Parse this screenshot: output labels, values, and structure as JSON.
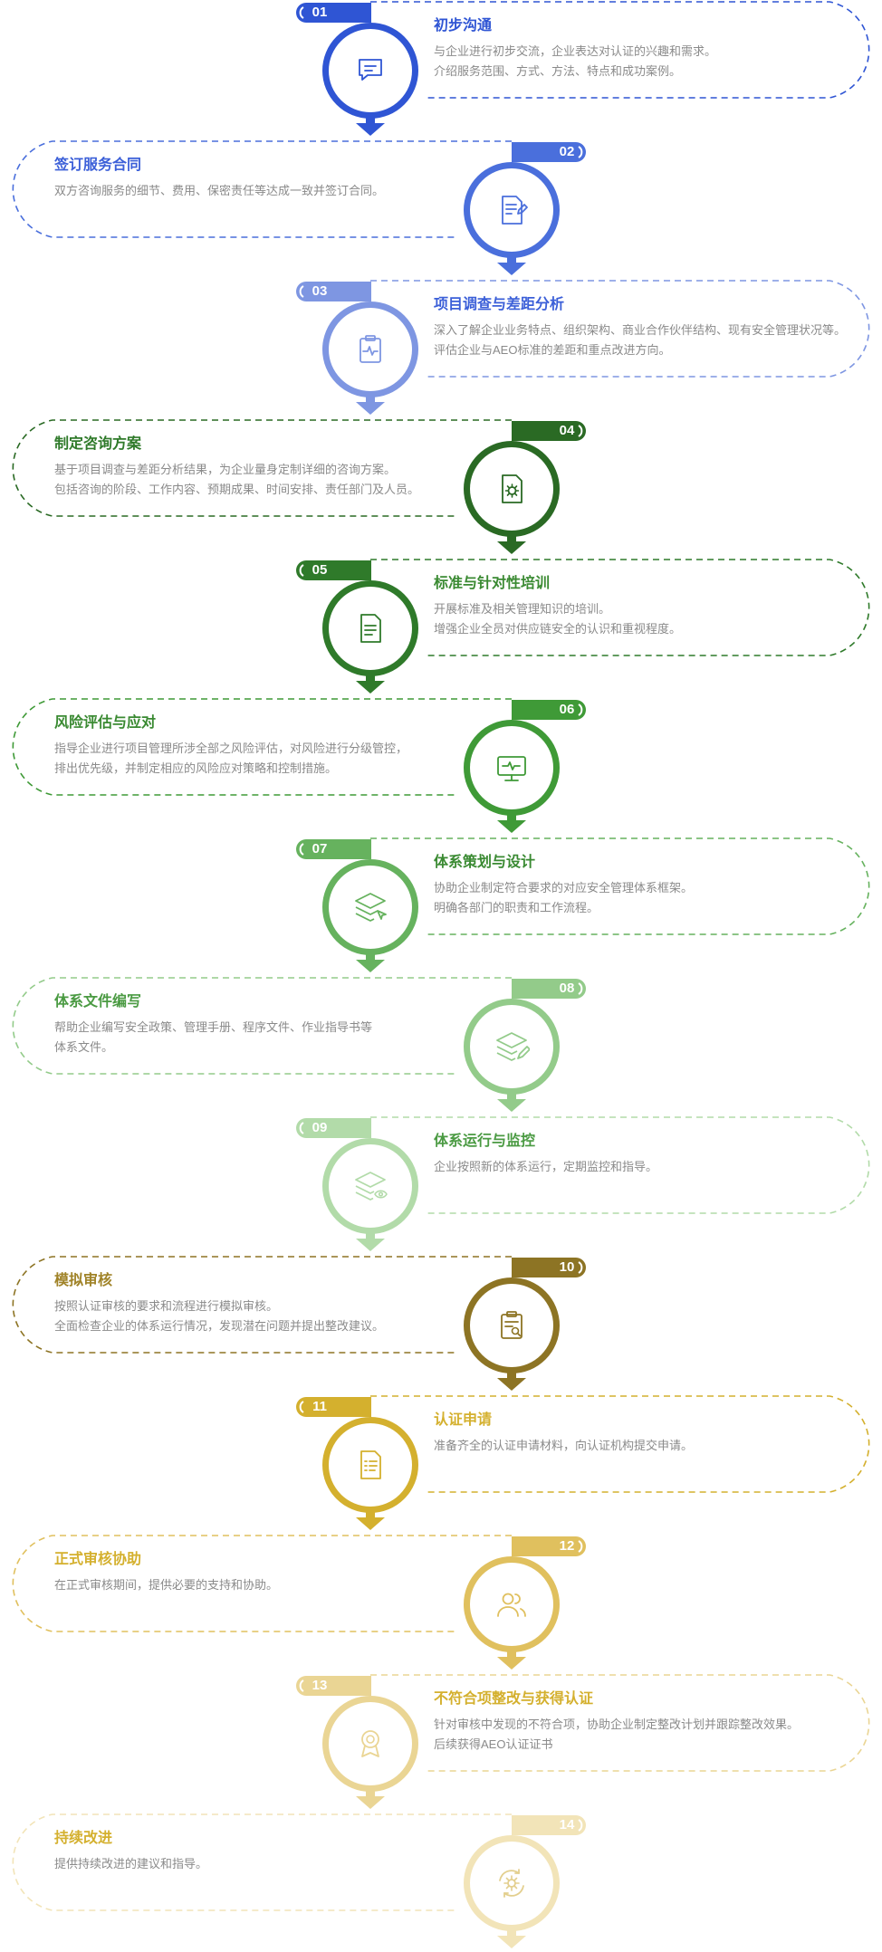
{
  "steps": [
    {
      "number": "01",
      "title": "初步沟通",
      "lines": [
        "与企业进行初步交流，企业表达对认证的兴趣和需求。",
        "介绍服务范围、方式、方法、特点和成功案例。"
      ],
      "color": "#2f55d4",
      "title_color": "#2f55d4",
      "icon": "chat-icon"
    },
    {
      "number": "02",
      "title": "签订服务合同",
      "lines": [
        "双方咨询服务的细节、费用、保密责任等达成一致并签订合同。"
      ],
      "color": "#4a6fdc",
      "title_color": "#3b5fd8",
      "icon": "contract-sign-icon"
    },
    {
      "number": "03",
      "title": "项目调查与差距分析",
      "lines": [
        "深入了解企业业务特点、组织架构、商业合作伙伴结构、现有安全管理状况等。",
        "评估企业与AEO标准的差距和重点改进方向。"
      ],
      "color": "#7e96e2",
      "title_color": "#3b5fd8",
      "icon": "clipboard-pulse-icon"
    },
    {
      "number": "04",
      "title": "制定咨询方案",
      "lines": [
        "基于项目调查与差距分析结果，为企业量身定制详细的咨询方案。",
        "包括咨询的阶段、工作内容、预期成果、时间安排、责任部门及人员。"
      ],
      "color": "#2a6a24",
      "title_color": "#2f7a2a",
      "icon": "document-gear-icon"
    },
    {
      "number": "05",
      "title": "标准与针对性培训",
      "lines": [
        "开展标准及相关管理知识的培训。",
        "增强企业全员对供应链安全的认识和重视程度。"
      ],
      "color": "#2f7a2a",
      "title_color": "#3a8a32",
      "icon": "document-icon"
    },
    {
      "number": "06",
      "title": "风险评估与应对",
      "lines": [
        "指导企业进行项目管理所涉全部之风险评估，对风险进行分级管控，",
        "排出优先级，并制定相应的风险应对策略和控制措施。"
      ],
      "color": "#3f9a37",
      "title_color": "#3a8a32",
      "icon": "monitor-pulse-icon"
    },
    {
      "number": "07",
      "title": "体系策划与设计",
      "lines": [
        "协助企业制定符合要求的对应安全管理体系框架。",
        "明确各部门的职责和工作流程。"
      ],
      "color": "#66b25e",
      "title_color": "#3a8a32",
      "icon": "layers-cursor-icon"
    },
    {
      "number": "08",
      "title": "体系文件编写",
      "lines": [
        "帮助企业编写安全政策、管理手册、程序文件、作业指导书等",
        "体系文件。"
      ],
      "color": "#93cb8a",
      "title_color": "#4a9a42",
      "icon": "layers-pen-icon"
    },
    {
      "number": "09",
      "title": "体系运行与监控",
      "lines": [
        "企业按照新的体系运行，定期监控和指导。"
      ],
      "color": "#b2dba9",
      "title_color": "#4a9a42",
      "icon": "layers-eye-icon"
    },
    {
      "number": "10",
      "title": "模拟审核",
      "lines": [
        "按照认证审核的要求和流程进行模拟审核。",
        "全面检查企业的体系运行情况，发现潜在问题并提出整改建议。"
      ],
      "color": "#8d7424",
      "title_color": "#a08328",
      "icon": "clipboard-search-icon"
    },
    {
      "number": "11",
      "title": "认证申请",
      "lines": [
        "准备齐全的认证申请材料，向认证机构提交申请。"
      ],
      "color": "#d4b02e",
      "title_color": "#d4b02e",
      "icon": "document-list-icon"
    },
    {
      "number": "12",
      "title": "正式审核协助",
      "lines": [
        "在正式审核期间，提供必要的支持和协助。"
      ],
      "color": "#e0c05e",
      "title_color": "#d4b02e",
      "icon": "users-icon"
    },
    {
      "number": "13",
      "title": "不符合项整改与获得认证",
      "lines": [
        "针对审核中发现的不符合项，协助企业制定整改计划并跟踪整改效果。",
        "后续获得AEO认证证书"
      ],
      "color": "#ead594",
      "title_color": "#d4b02e",
      "icon": "medal-icon"
    },
    {
      "number": "14",
      "title": "持续改进",
      "lines": [
        "提供持续改进的建议和指导。"
      ],
      "color": "#f2e4b8",
      "title_color": "#d4b02e",
      "icon": "gear-cycle-icon"
    }
  ]
}
